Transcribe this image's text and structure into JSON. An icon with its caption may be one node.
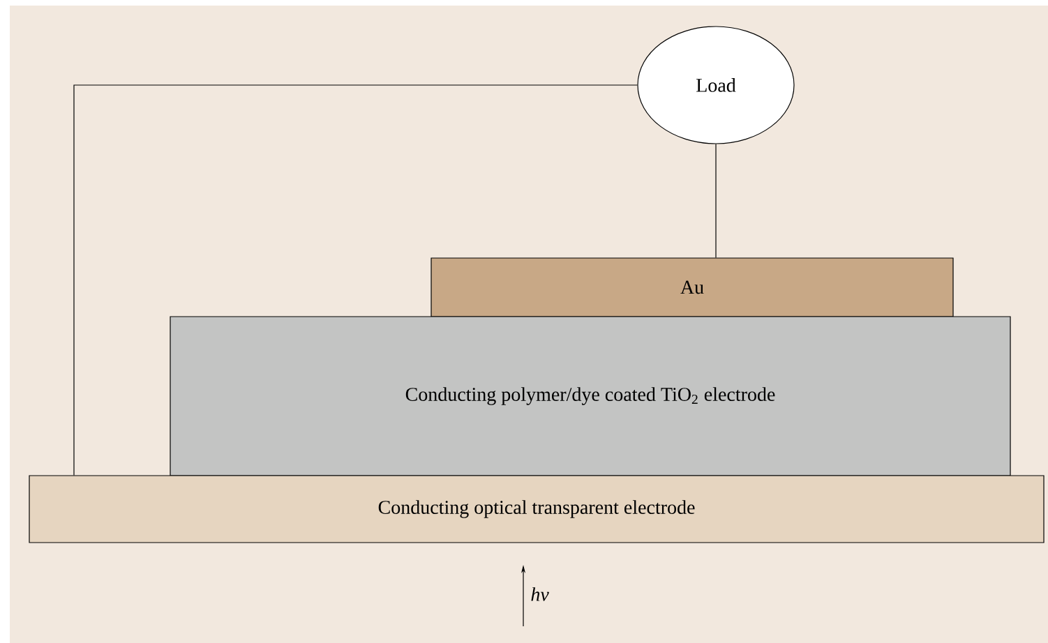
{
  "diagram": {
    "nodes": [
      {
        "text": [
          "Load"
        ]
      },
      {
        "text": [
          "Au"
        ]
      },
      {
        "text": [
          "Conducting polymer/dye coated TiO$_{2}$ electrode"
        ]
      },
      {
        "text": [
          "Conducting optical transparent electrode"
        ]
      }
    ],
    "edges": [
      {
        "from": 0,
        "to": 1,
        "arrow": "none"
      },
      {
        "from": 0,
        "to": 3,
        "arrow": "none"
      }
    ],
    "labels": [
      "hν"
    ]
  }
}
